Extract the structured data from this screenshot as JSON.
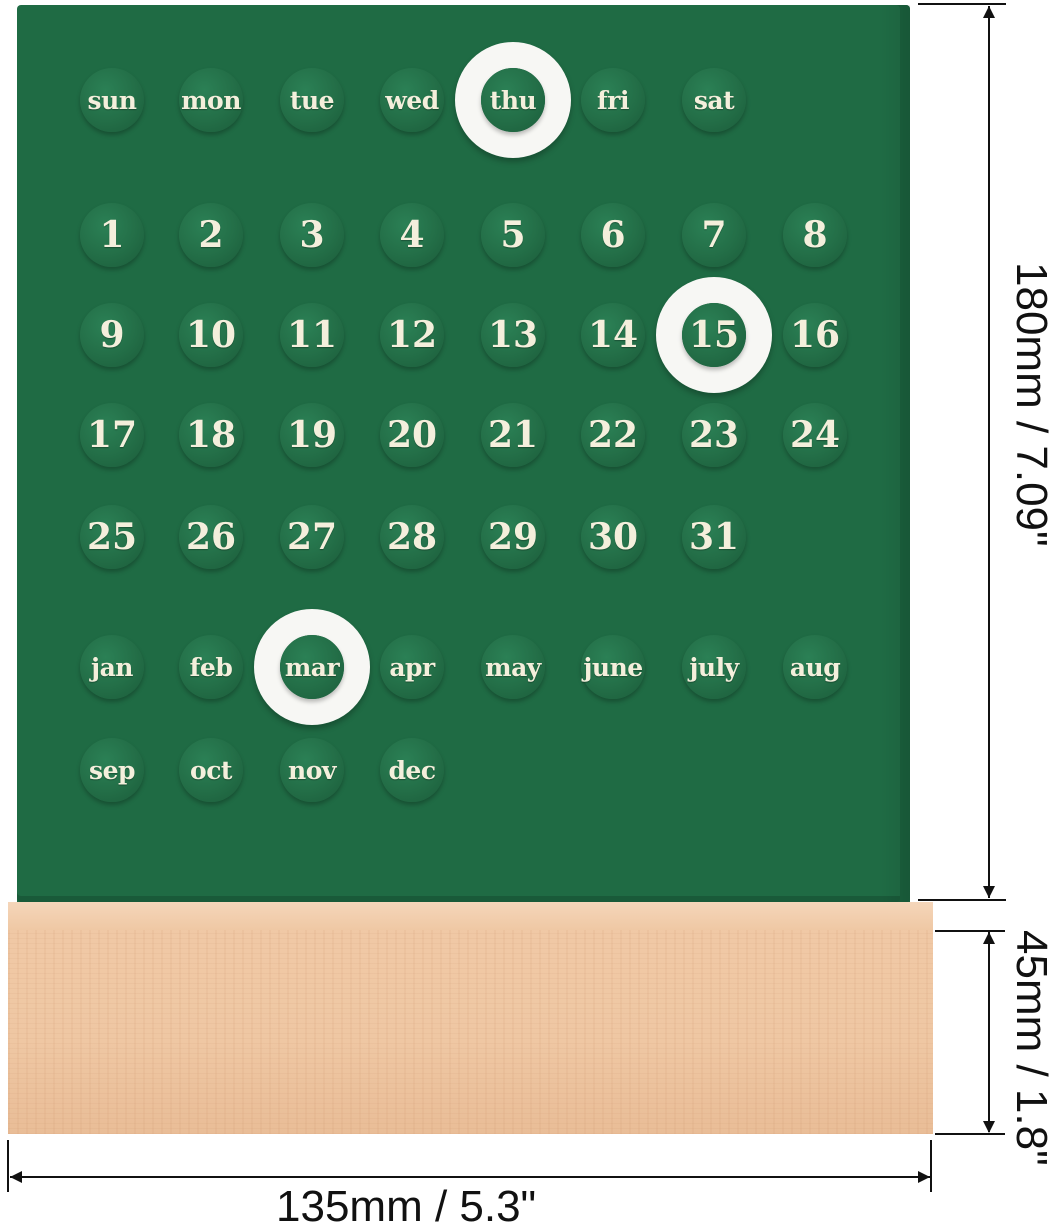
{
  "calendar": {
    "days": [
      "sun",
      "mon",
      "tue",
      "wed",
      "thu",
      "fri",
      "sat"
    ],
    "dates": [
      "1",
      "2",
      "3",
      "4",
      "5",
      "6",
      "7",
      "8",
      "9",
      "10",
      "11",
      "12",
      "13",
      "14",
      "15",
      "16",
      "17",
      "18",
      "19",
      "20",
      "21",
      "22",
      "23",
      "24",
      "25",
      "26",
      "27",
      "28",
      "29",
      "30",
      "31"
    ],
    "months": [
      "jan",
      "feb",
      "mar",
      "apr",
      "may",
      "june",
      "july",
      "aug",
      "sep",
      "oct",
      "nov",
      "dec"
    ],
    "selected_day": "thu",
    "selected_date": "15",
    "selected_month": "mar"
  },
  "dimensions": {
    "height": "180mm / 7.09\"",
    "base_height": "45mm / 1.8\"",
    "width": "135mm / 5.3\""
  },
  "colors": {
    "board": "#1f6b44",
    "peg_text": "#f4efdc",
    "ring": "#f7f7f4",
    "wood": "#efc7a3"
  }
}
